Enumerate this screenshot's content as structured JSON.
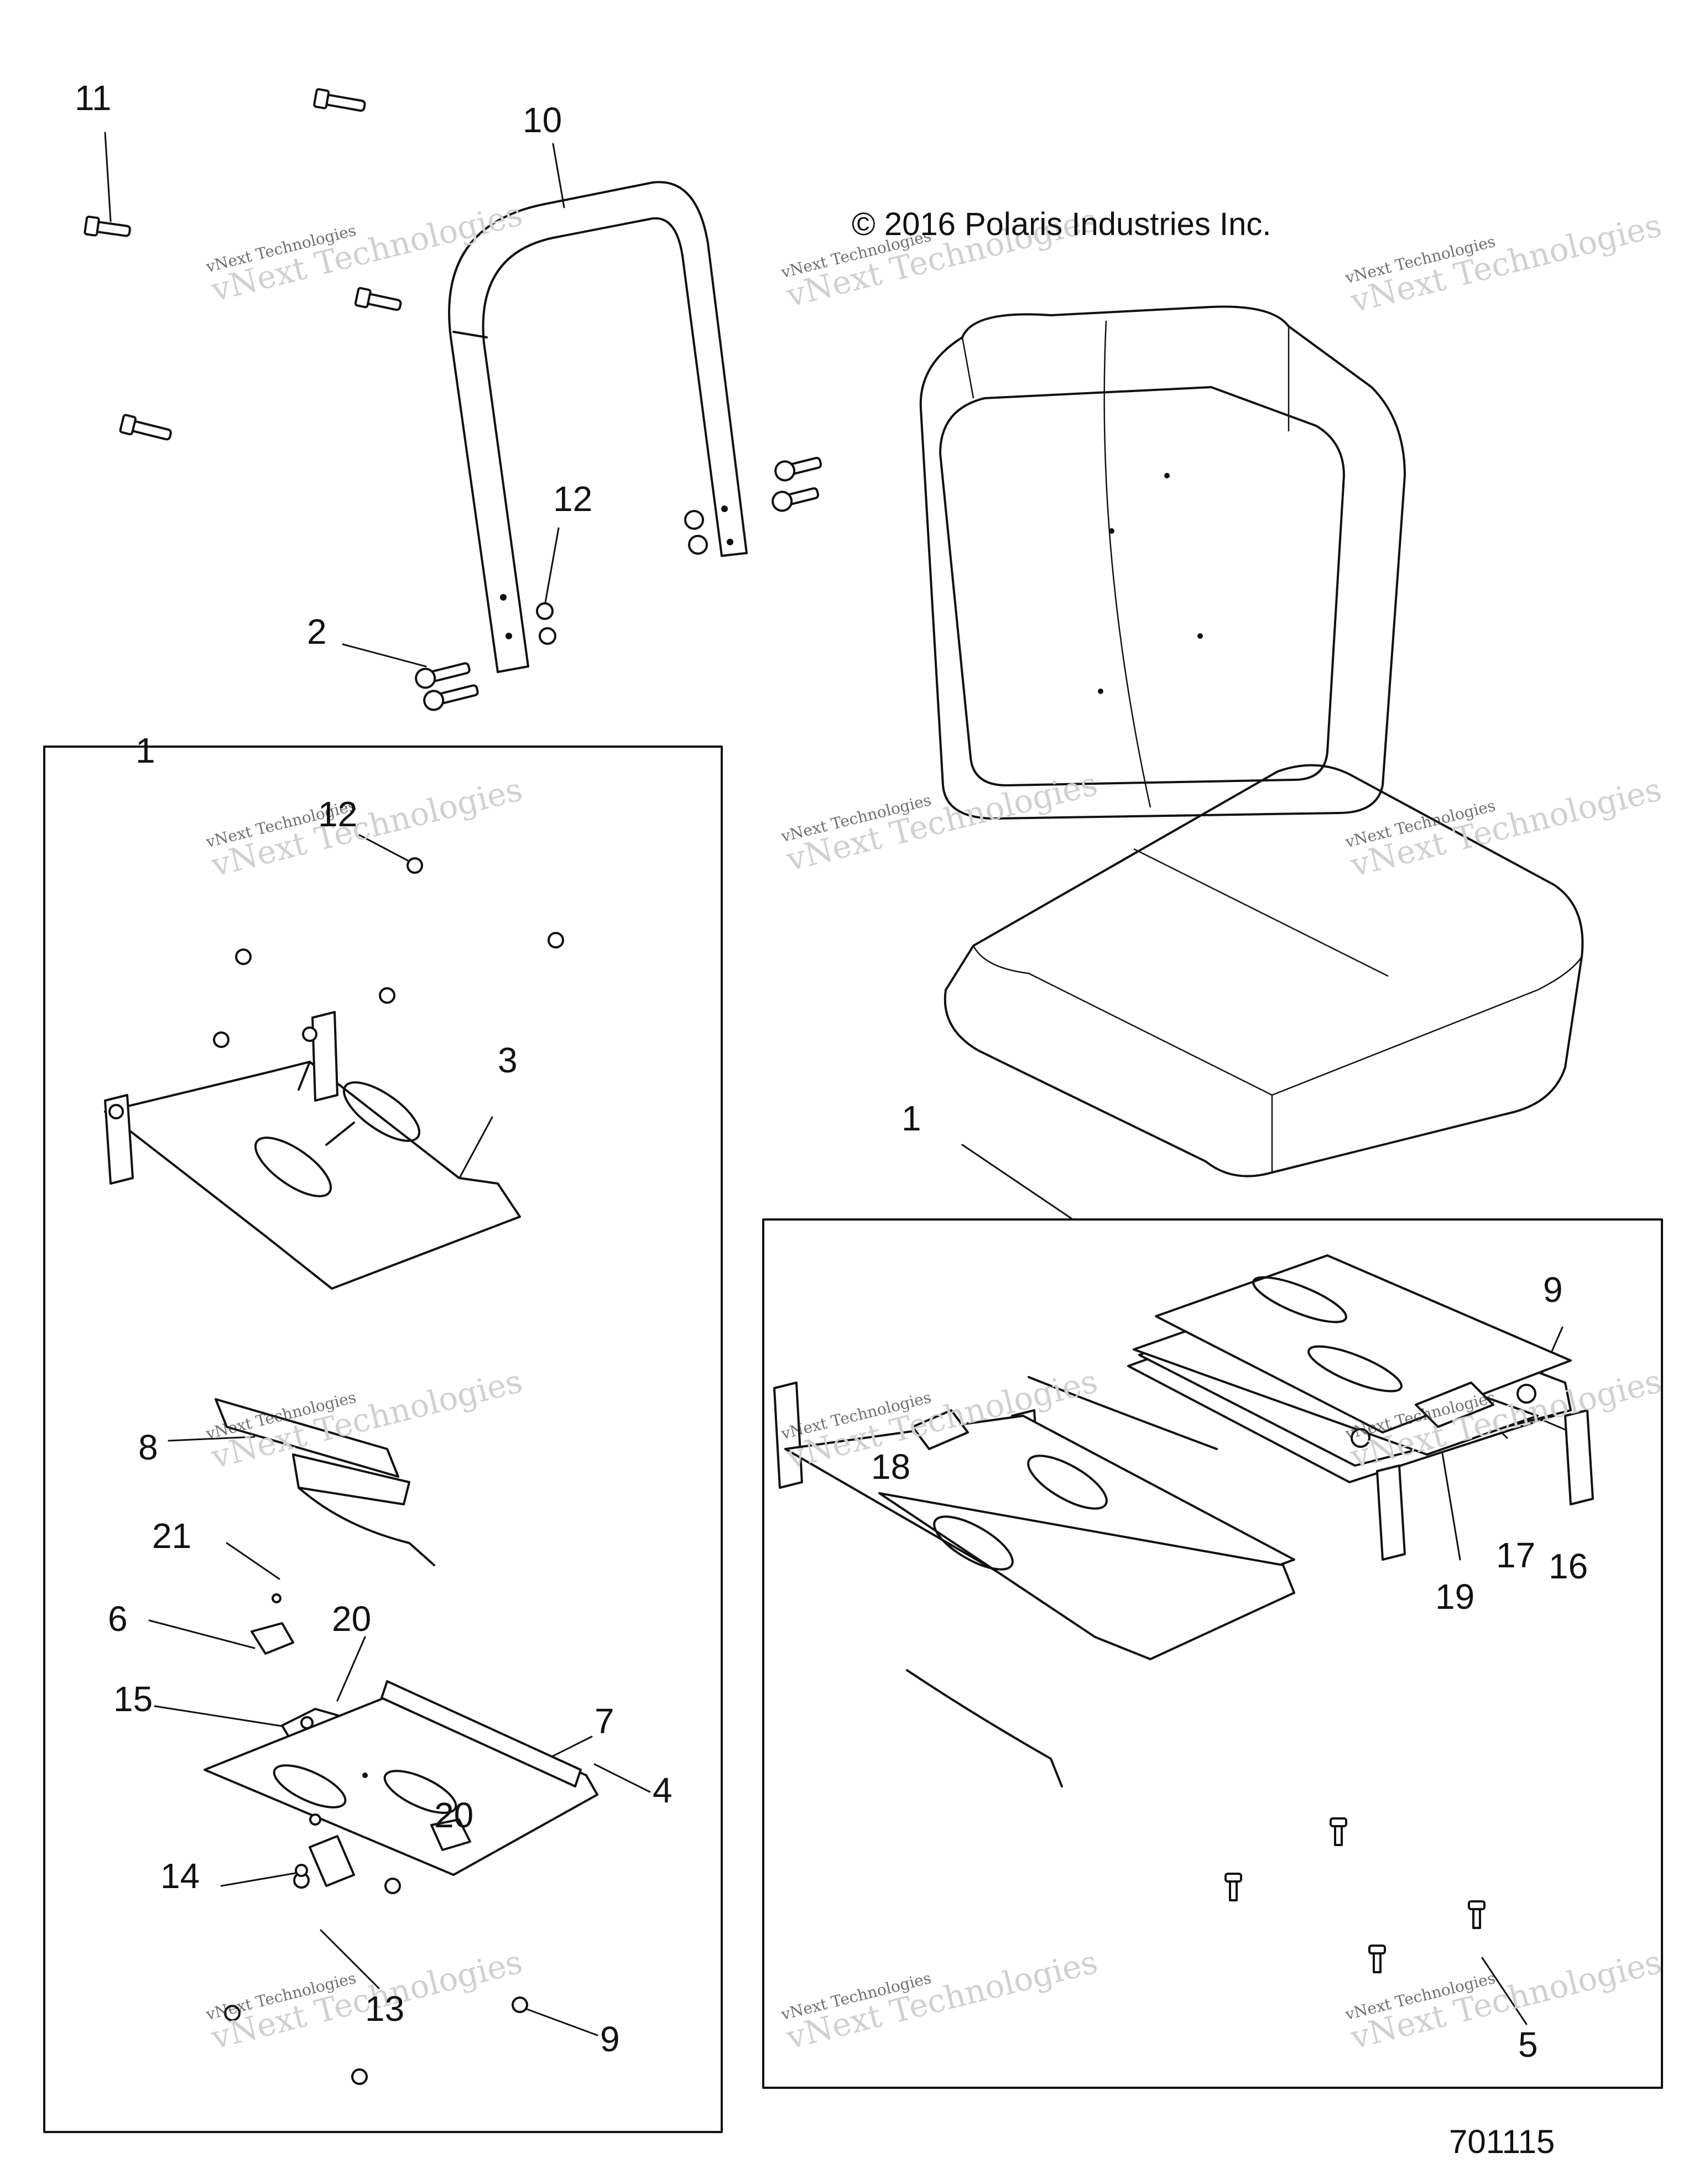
{
  "copyright": "© 2016 Polaris Industries Inc.",
  "drawing_number": "701115",
  "watermark": {
    "line1": "vNext Technologies",
    "line2": "vNext\nTechnologies"
  },
  "callouts": {
    "c11": "11",
    "c10": "10",
    "c12a": "12",
    "c2": "2",
    "c1_left": "1",
    "c12b": "12",
    "c3": "3",
    "c8": "8",
    "c21": "21",
    "c6": "6",
    "c20a": "20",
    "c15": "15",
    "c7": "7",
    "c4": "4",
    "c20b": "20",
    "c14": "14",
    "c13": "13",
    "c9a": "9",
    "c1_right": "1",
    "c9b": "9",
    "c18": "18",
    "c17": "17",
    "c16": "16",
    "c19": "19",
    "c5": "5"
  }
}
